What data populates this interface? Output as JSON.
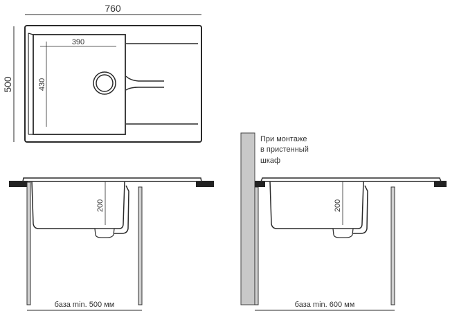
{
  "top_view": {
    "overall_width": "760",
    "overall_depth": "500",
    "bowl_width": "390",
    "bowl_depth": "430"
  },
  "side_view_standard": {
    "bowl_height": "200",
    "base_label": "база min. 500 мм"
  },
  "side_view_wall": {
    "note_lines": [
      "При монтаже",
      "в пристенный",
      "шкаф"
    ],
    "bowl_height": "200",
    "base_label": "база min. 600 мм"
  },
  "colors": {
    "line": "#2a2a2a",
    "wall": "#c8c8c8",
    "countertop": "#222222",
    "leg": "#d0d0d0"
  }
}
